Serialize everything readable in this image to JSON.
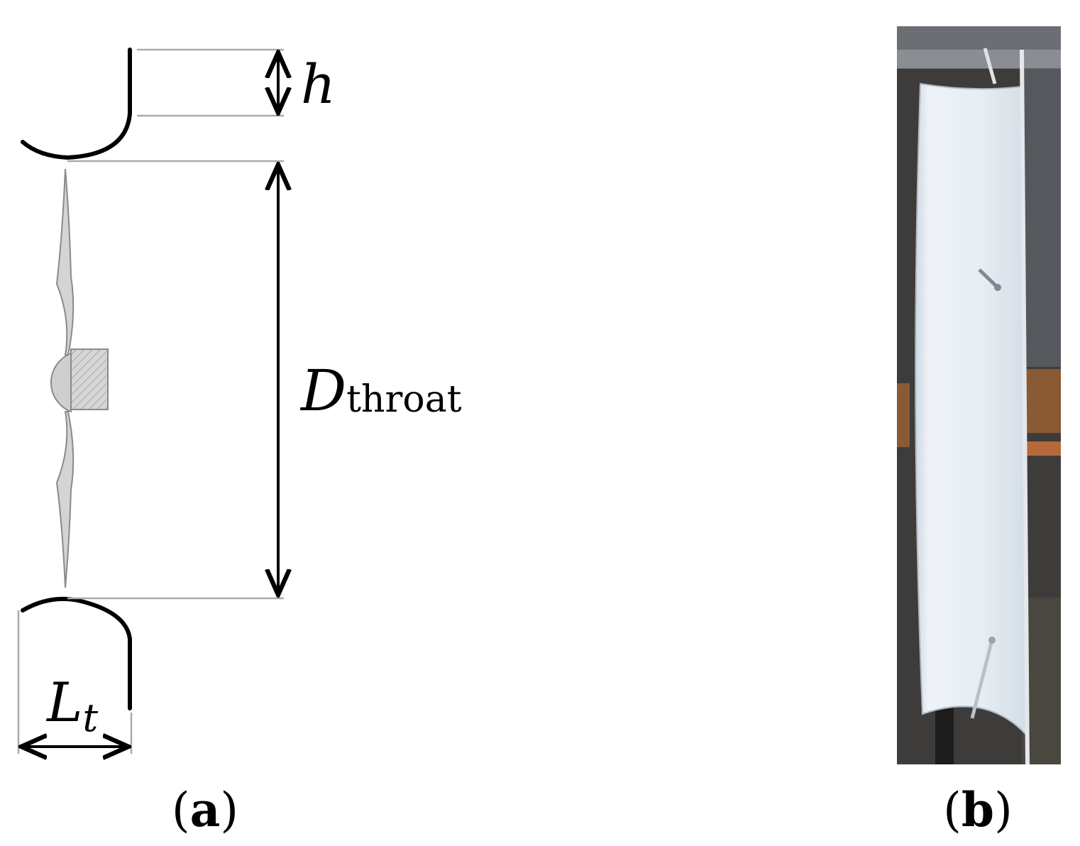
{
  "panel_a": {
    "caption_open": "(",
    "caption_letter": "a",
    "caption_close": ")",
    "label_h": "h",
    "label_D": "D",
    "label_D_sub": "throat",
    "label_L": "L",
    "label_L_sub": "t"
  },
  "panel_b": {
    "caption_open": "(",
    "caption_letter": "b",
    "caption_close": ")"
  }
}
